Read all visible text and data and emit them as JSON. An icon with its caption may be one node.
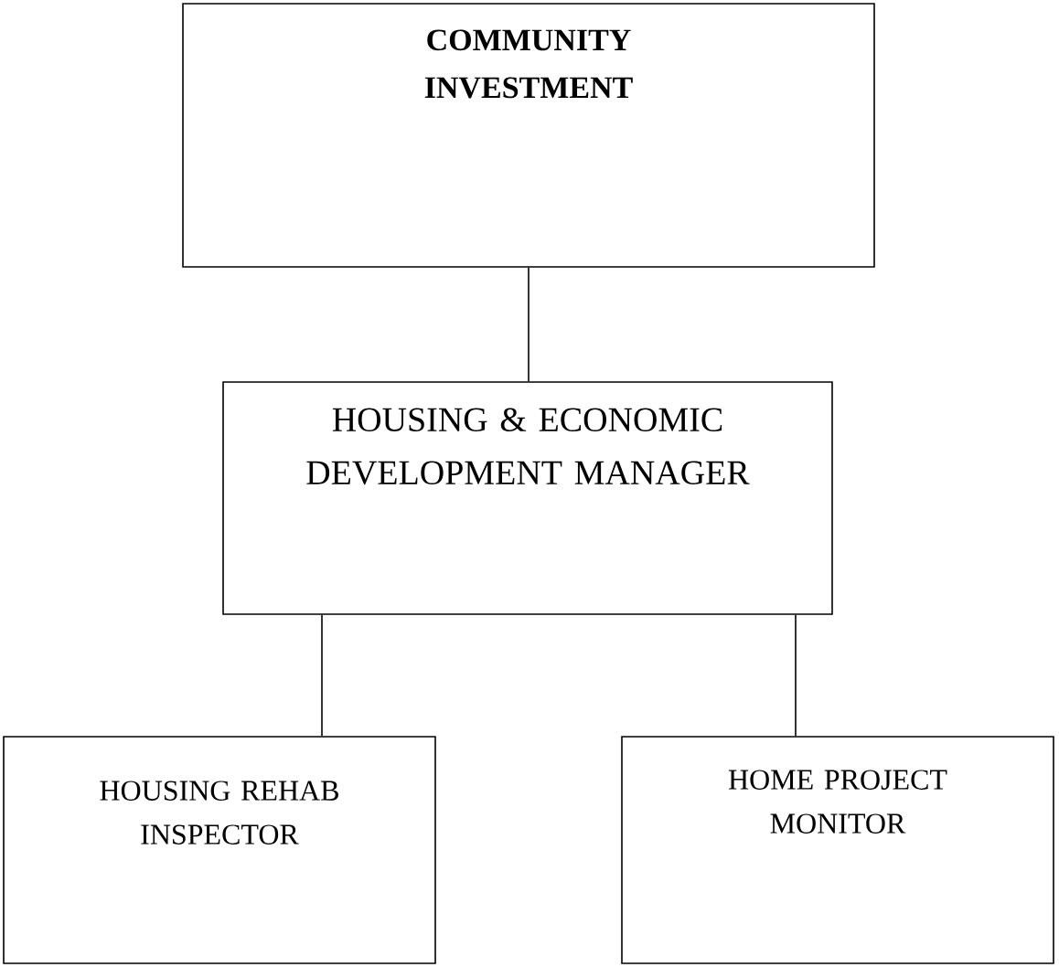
{
  "diagram": {
    "nodes": [
      {
        "text": [
          "COMMUNITY INVESTMENT"
        ]
      },
      {
        "text": [
          "HOUSING & ECONOMIC DEVELOPMENT MANAGER"
        ]
      },
      {
        "text": [
          "HOUSING REHAB INSPECTOR"
        ]
      },
      {
        "text": [
          "HOME PROJECT MONITOR"
        ]
      }
    ],
    "edges": [
      {
        "from": 0,
        "to": 1,
        "arrow": "none"
      },
      {
        "from": 1,
        "to": 2,
        "arrow": "none"
      },
      {
        "from": 1,
        "to": 3,
        "arrow": "none"
      }
    ]
  }
}
